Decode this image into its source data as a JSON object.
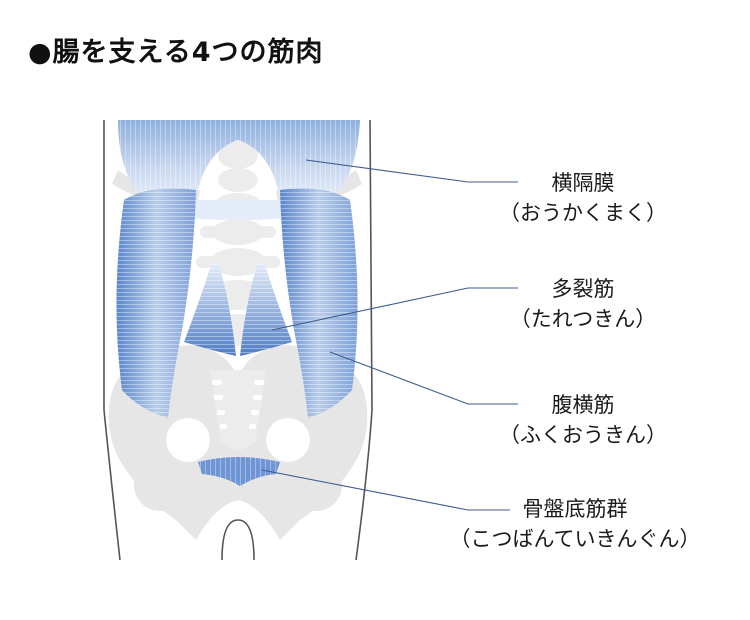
{
  "title": "●腸を支える4つの筋肉",
  "labels": [
    {
      "name": "横隔膜",
      "reading": "（おうかくまく）"
    },
    {
      "name": "多裂筋",
      "reading": "（たれつきん）"
    },
    {
      "name": "腹横筋",
      "reading": "（ふくおうきん）"
    },
    {
      "name": "骨盤底筋群",
      "reading": "（こつばんていきんぐん）"
    }
  ],
  "colors": {
    "bone": "#e6e6e6",
    "muscle_light": "#dbe6f4",
    "muscle_mid": "#a8c2e6",
    "muscle_dark": "#5b86cc",
    "outline": "#555555",
    "leader": "#3b5a90"
  }
}
